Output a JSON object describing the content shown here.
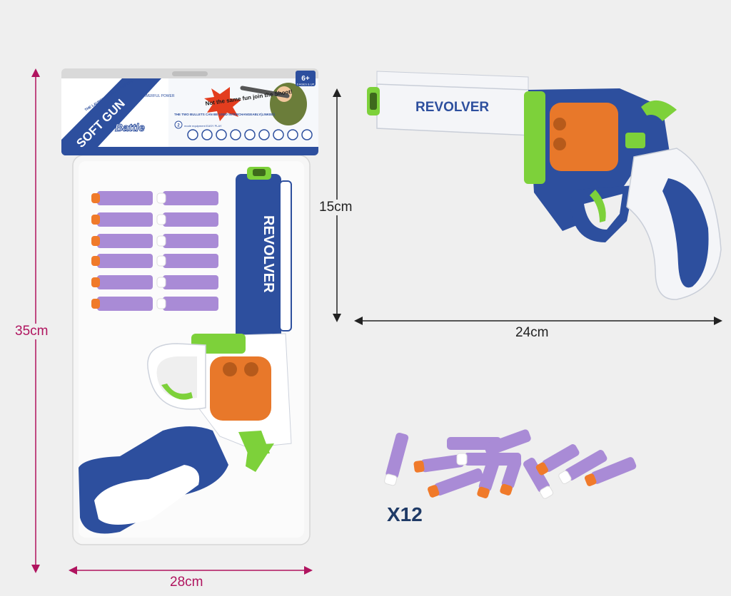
{
  "dimensions": {
    "package_height": "35cm",
    "package_width": "28cm",
    "gun_height": "15cm",
    "gun_width": "24cm"
  },
  "gun_brand_text": "REVOLVER",
  "dart_count_label": "X12",
  "colors": {
    "background": "#efefef",
    "gun_blue": "#2d4f9e",
    "gun_white": "#f4f5f8",
    "cylinder_orange": "#e8782a",
    "accent_green": "#7dd13a",
    "dart_purple": "#a98bd6",
    "dart_tip_orange": "#f07a2a",
    "dim_pink": "#b0145f"
  },
  "header_card": {
    "product_name": "SOFT GUN",
    "brand": "Battle",
    "tagline": "THE LAUNCH SPEED IS FASTER!",
    "slogan": "Not the same fun join the Shoot!",
    "age_badge": "6+",
    "age_badge_sub": "6 AGES & UP",
    "feature_powerful": "POWERFUL POWER",
    "easy_play_count": "2",
    "easy_play_text": "mode equipment EASY PLAY",
    "bullets_text": "THE TWO BULLETS CAN BE USED INTERCHANGEABLY(LINKED)"
  }
}
